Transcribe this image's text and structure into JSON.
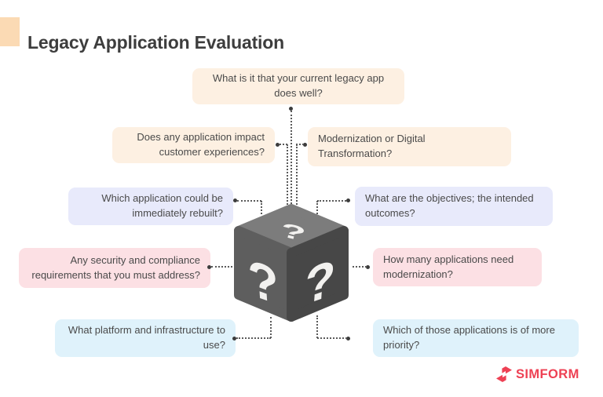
{
  "header": {
    "title": "Legacy Application Evaluation"
  },
  "questions": [
    {
      "id": "top-center",
      "theme": "peach",
      "text": "What is it that your current legacy app does well?"
    },
    {
      "id": "upper-left",
      "theme": "peach",
      "text": "Does any application impact customer experiences?"
    },
    {
      "id": "upper-right",
      "theme": "peach",
      "text": "Modernization or Digital Transformation?"
    },
    {
      "id": "mid-left",
      "theme": "lavender",
      "text": "Which application could be immediately rebuilt?"
    },
    {
      "id": "mid-right",
      "theme": "lavender",
      "text": "What are the objectives; the intended outcomes?"
    },
    {
      "id": "lower-left",
      "theme": "pink",
      "text": "Any security and compliance requirements that you must address?"
    },
    {
      "id": "lower-right",
      "theme": "pink",
      "text": "How many applications need modernization?"
    },
    {
      "id": "bottom-left",
      "theme": "blue",
      "text": "What platform and infrastructure to use?"
    },
    {
      "id": "bottom-right",
      "theme": "blue",
      "text": "Which of those applications is of more priority?"
    }
  ],
  "cube": {
    "top_glyph": "?",
    "left_glyph": "?",
    "right_glyph": "?"
  },
  "logo": {
    "text": "SIMFORM",
    "color": "#ee4154"
  },
  "colors": {
    "accent_square": "#fbdab4",
    "peach_box": "#fdf0e2",
    "lavender_box": "#e8eafb",
    "pink_box": "#fce0e4",
    "blue_box": "#dff2fb",
    "title_text": "#3d3d3d",
    "body_text": "#4a4a4a",
    "connector": "#5a5a5a",
    "cube_top": "#7c7c7c",
    "cube_left": "#5e5e5e",
    "cube_right": "#474747"
  }
}
